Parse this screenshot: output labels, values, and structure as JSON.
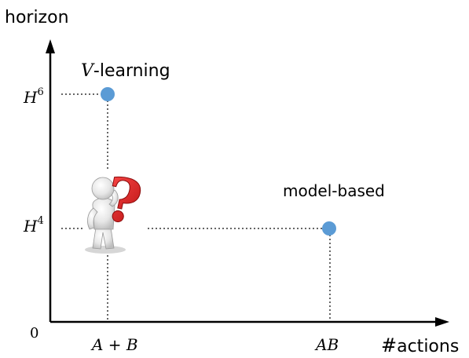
{
  "axes": {
    "y_label": "horizon",
    "x_label_symbol": "#",
    "x_label_text": "actions",
    "origin_label": "0"
  },
  "x_ticks": [
    {
      "text": "A + B"
    },
    {
      "text": "AB"
    }
  ],
  "y_ticks": [
    {
      "base": "H",
      "exp": "6"
    },
    {
      "base": "H",
      "exp": "4"
    }
  ],
  "points": {
    "v_learning": {
      "label_var": "V",
      "label_rest": "-learning"
    },
    "model_based": {
      "label": "model-based"
    }
  },
  "figure": {
    "question_mark": "?",
    "question_color": "#e02424",
    "figure_desc": "thinking-person-icon"
  },
  "colors": {
    "point": "#5b9bd5",
    "axis": "#000000",
    "guide": "#666666"
  }
}
